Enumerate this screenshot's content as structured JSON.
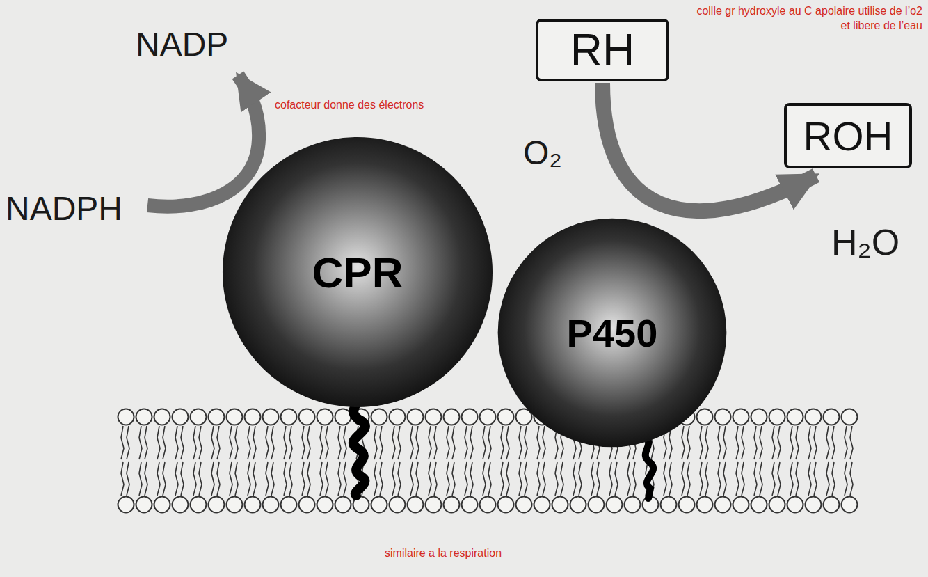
{
  "diagram": {
    "nodes": [
      {
        "text": [
          "CPR"
        ]
      },
      {
        "text": [
          "P450"
        ]
      },
      {
        "text": [
          "RH"
        ]
      },
      {
        "text": [
          "ROH"
        ]
      }
    ],
    "edges": [
      {
        "from": 2,
        "to": 3,
        "arrow": "to"
      }
    ],
    "labels": [
      "NADP",
      "NADPH",
      "O₂",
      "H₂O",
      "cofacteur donne des électrons",
      "collle gr hydroxyle au C apolaire utilise de l’o2 et libere de l’eau",
      "similaire a la respiration"
    ]
  }
}
